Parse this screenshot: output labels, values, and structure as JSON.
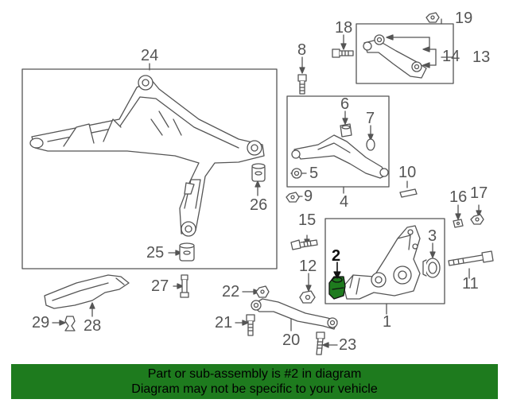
{
  "callouts": {
    "c1": "1",
    "c2": "2",
    "c3": "3",
    "c4": "4",
    "c5": "5",
    "c6": "6",
    "c7": "7",
    "c8": "8",
    "c9": "9",
    "c10": "10",
    "c11": "11",
    "c12": "12",
    "c13": "13",
    "c14": "14",
    "c15": "15",
    "c16": "16",
    "c17": "17",
    "c18": "18",
    "c19": "19",
    "c20": "20",
    "c21": "21",
    "c22": "22",
    "c23": "23",
    "c24": "24",
    "c25": "25",
    "c26": "26",
    "c27": "27",
    "c28": "28",
    "c29": "29"
  },
  "highlight": {
    "part_number": "2",
    "color": "#1e7b1e"
  },
  "banner": {
    "line1": "Part or sub-assembly is #2 in diagram",
    "line2": "Diagram may not be specific to your vehicle",
    "bg_color": "#1e7b1e"
  }
}
